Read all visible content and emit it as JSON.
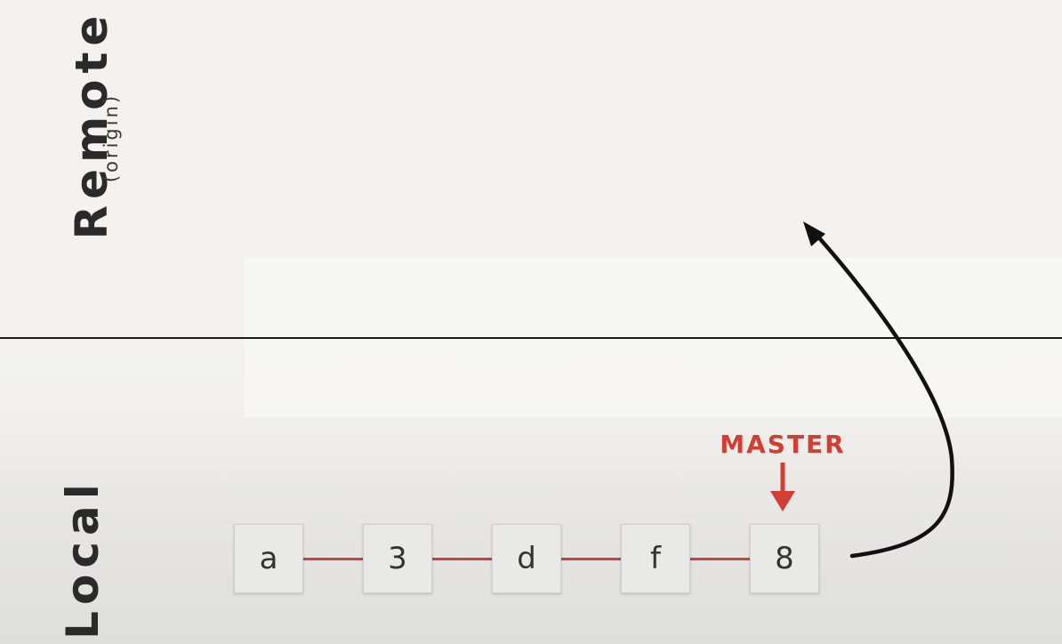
{
  "sections": {
    "remote": {
      "title": "Remote",
      "subtitle": "(origin)"
    },
    "local": {
      "title": "Local"
    }
  },
  "commits": [
    "a",
    "3",
    "d",
    "f",
    "8"
  ],
  "branch": {
    "label": "MASTER",
    "points_to": "8"
  },
  "colors": {
    "branch": "#d13e34",
    "commit_link": "#c0453a",
    "push_arrow": "#111111",
    "divider": "#1b1b1b"
  }
}
